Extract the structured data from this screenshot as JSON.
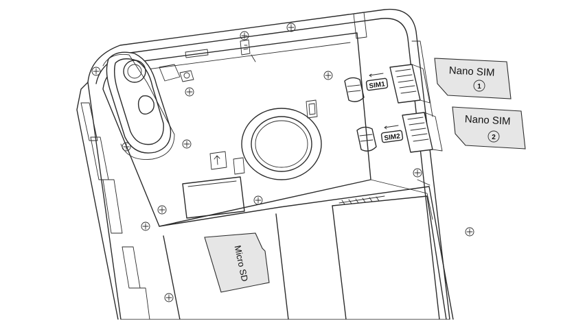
{
  "diagram": {
    "sim_card_1": {
      "label": "Nano SIM",
      "number": "1"
    },
    "sim_card_2": {
      "label": "Nano SIM",
      "number": "2"
    },
    "slot_label_1": "SIM1",
    "slot_label_2": "SIM2",
    "sd_card": {
      "label": "Micro SD"
    }
  }
}
